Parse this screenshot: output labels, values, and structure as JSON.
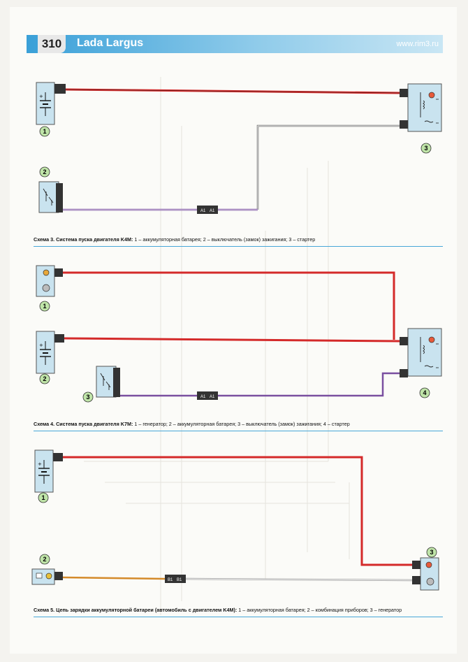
{
  "header": {
    "page_number": "310",
    "brand": "Lada Largus",
    "site": "www.rim3.ru"
  },
  "schemes": [
    {
      "title": "Схема 3. Система пуска двигателя K4M:",
      "legend": " 1 – аккумуляторная батарея; 2 – выключатель (замок) зажигания; 3 – стартер",
      "numbers": [
        "1",
        "2",
        "3"
      ],
      "connector_labels": [
        "A1",
        "A1"
      ]
    },
    {
      "title": "Схема 4. Система пуска двигателя K7M:",
      "legend": " 1 – генератор; 2 – аккумуляторная батарея; 3 – выключатель (замок) зажигания; 4 – стартер",
      "numbers": [
        "1",
        "2",
        "3",
        "4"
      ],
      "connector_labels": [
        "A1",
        "A1"
      ]
    },
    {
      "title": "Схема 5. Цепь зарядки аккумуляторной батареи (автомобиль с двигателем K4M):",
      "legend": " 1 – аккумуляторная батарея; 2 – комбинация приборов; 3 – генератор",
      "numbers": [
        "1",
        "2",
        "3"
      ],
      "connector_labels": [
        "B1",
        "B1"
      ]
    }
  ],
  "colors": {
    "power_wire": "#d42a2a",
    "signal_wire": "#7a4fa0",
    "header_blue": "#3aa0d8",
    "component_fill": "#c9e3ef",
    "badge_fill": "#bfe4a8"
  }
}
